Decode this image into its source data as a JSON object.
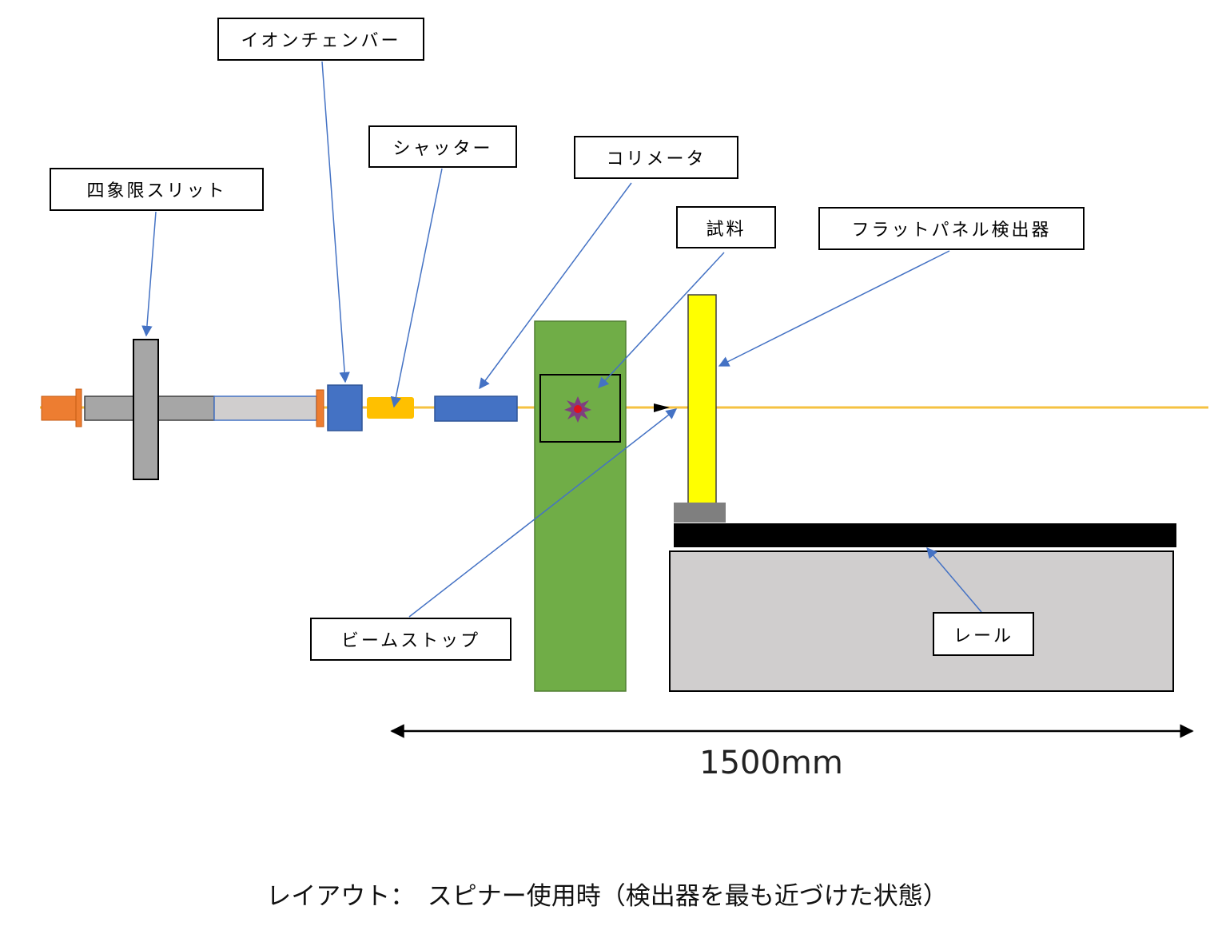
{
  "labels": {
    "quadrant_slit": "四象限スリット",
    "ion_chamber": "イオンチェンバー",
    "shutter": "シャッター",
    "collimator": "コリメータ",
    "sample": "試料",
    "flat_panel_detector": "フラットパネル検出器",
    "beam_stop": "ビームストップ",
    "rail": "レール"
  },
  "dimension": "1500mm",
  "caption": "レイアウト：　スピナー使用時（検出器を最も近づけた状態）",
  "colors": {
    "beam": "#f5c242",
    "flange": "#ed7d31",
    "slit": "#a6a6a6",
    "pipe": "#d0cece",
    "ion_chamber": "#4472c4",
    "shutter": "#ffc000",
    "collimator": "#4472c4",
    "sample_stage": "#70ad47",
    "sample": "#e0101c",
    "detector": "#ffff00",
    "detector_base": "#7f7f7f",
    "rail": "#000000",
    "table": "#d0cece",
    "arrow": "#4472c4"
  }
}
